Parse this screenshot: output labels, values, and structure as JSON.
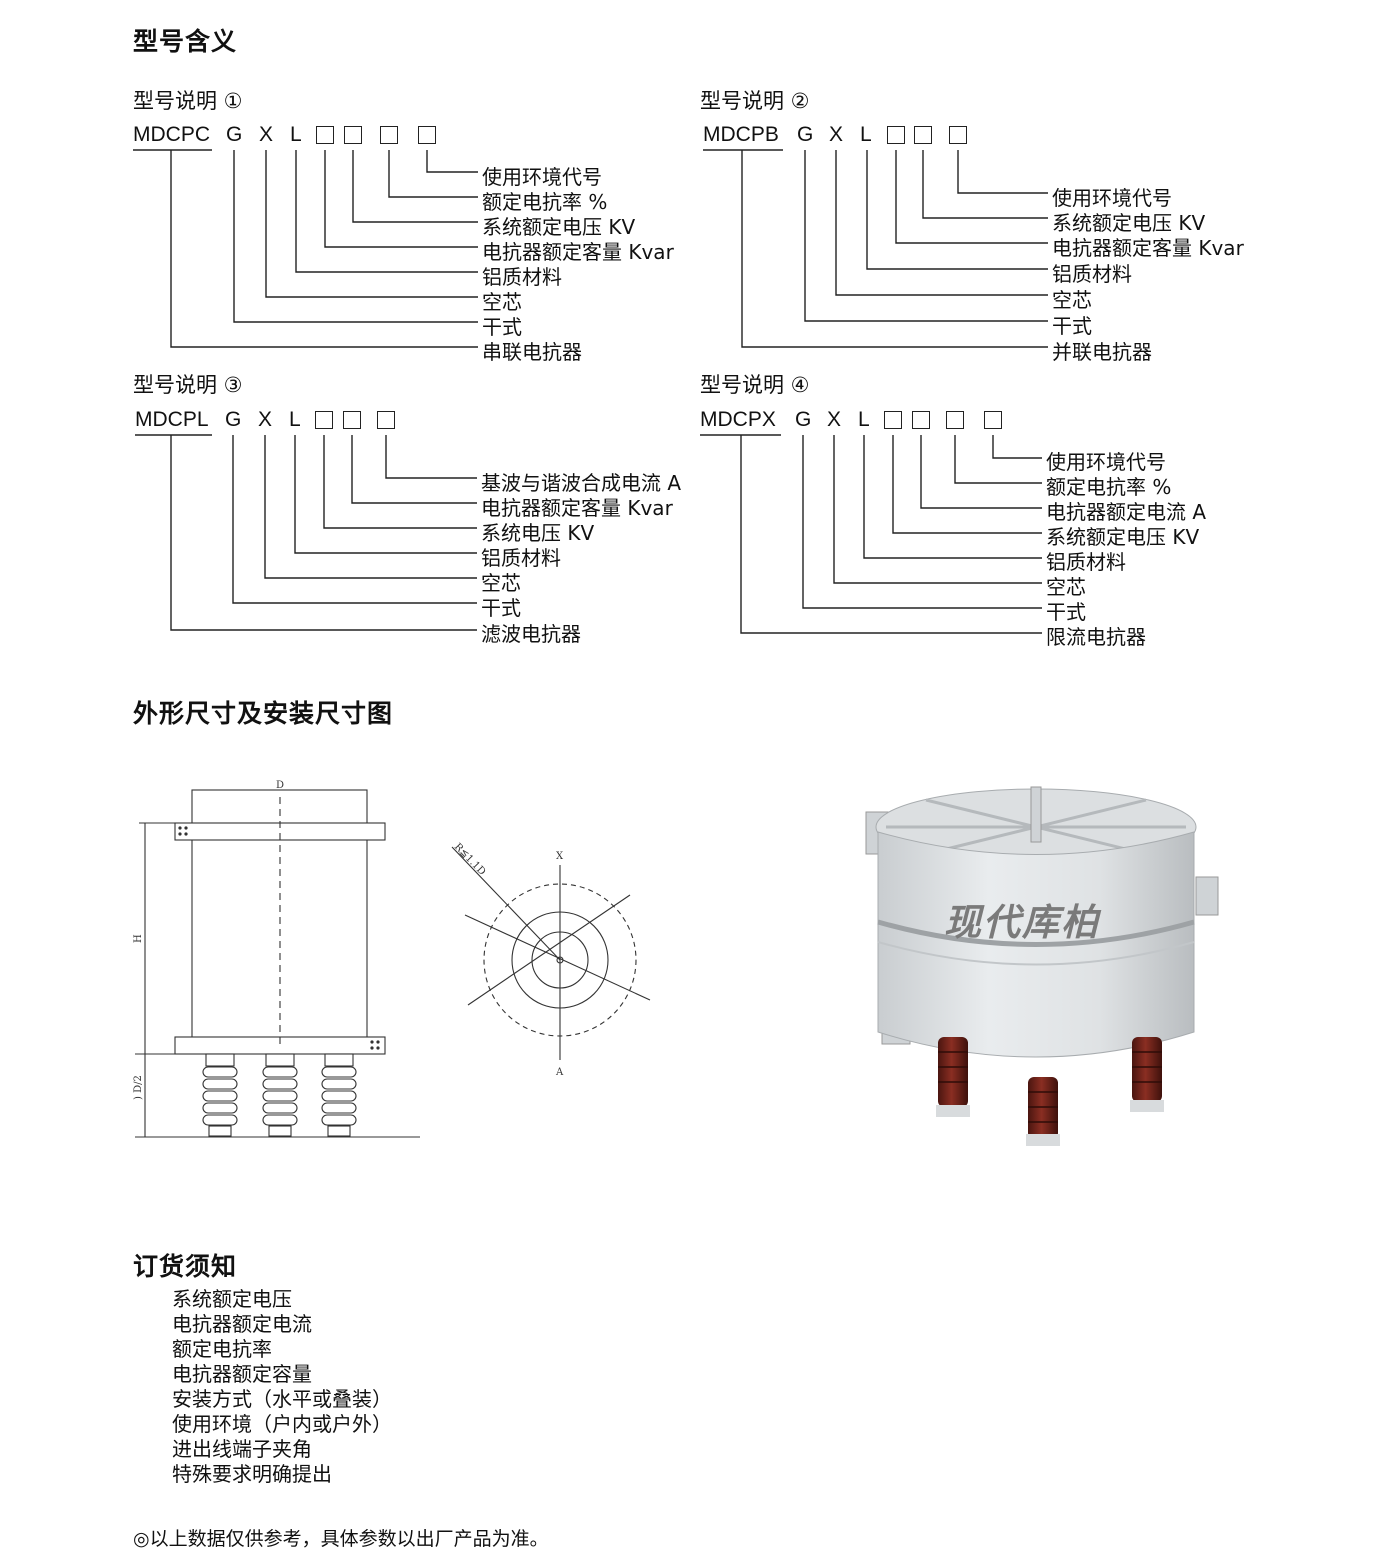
{
  "headings": {
    "model_meaning": "型号含义",
    "dimensions": "外形尺寸及安装尺寸图",
    "ordering": "订货须知"
  },
  "models": [
    {
      "caption": "型号说明 ①",
      "prefix": "MDCPC",
      "letters": [
        "G",
        "X",
        "L"
      ],
      "labels": [
        "使用环境代号",
        "额定电抗率 %",
        "系统额定电压 KV",
        "电抗器额定客量 Kvar",
        "铝质材料",
        "空芯",
        "干式",
        "串联电抗器"
      ]
    },
    {
      "caption": "型号说明 ②",
      "prefix": "MDCPB",
      "letters": [
        "G",
        "X",
        "L"
      ],
      "labels": [
        "使用环境代号",
        "系统额定电压 KV",
        "电抗器额定客量 Kvar",
        "铝质材料",
        "空芯",
        "干式",
        "并联电抗器"
      ]
    },
    {
      "caption": "型号说明 ③",
      "prefix": "MDCPL",
      "letters": [
        "G",
        "X",
        "L"
      ],
      "labels": [
        "基波与谐波合成电流 A",
        "电抗器额定客量 Kvar",
        "系统电压 KV",
        "铝质材料",
        "空芯",
        "干式",
        "滤波电抗器"
      ]
    },
    {
      "caption": "型号说明 ④",
      "prefix": "MDCPX",
      "letters": [
        "G",
        "X",
        "L"
      ],
      "labels": [
        "使用环境代号",
        "额定电抗率 %",
        "电抗器额定电流 A",
        "系统额定电压 KV",
        "铝质材料",
        "空芯",
        "干式",
        "限流电抗器"
      ]
    }
  ],
  "drawing": {
    "top_dim": "D",
    "height_dim": "H",
    "bottom_dim": ") D/2",
    "radius_note": "R≦1.1D",
    "axis_top": "X",
    "axis_bottom": "A"
  },
  "photo": {
    "brand": "现代库柏"
  },
  "ordering_items": [
    "系统额定电压",
    "电抗器额定电流",
    "额定电抗率",
    "电抗器额定容量",
    "安装方式（水平或叠装）",
    "使用环境（户内或户外）",
    "进出线端子夹角",
    "特殊要求明确提出"
  ],
  "footnote": "◎以上数据仅供参考，具体参数以出厂产品为准。"
}
